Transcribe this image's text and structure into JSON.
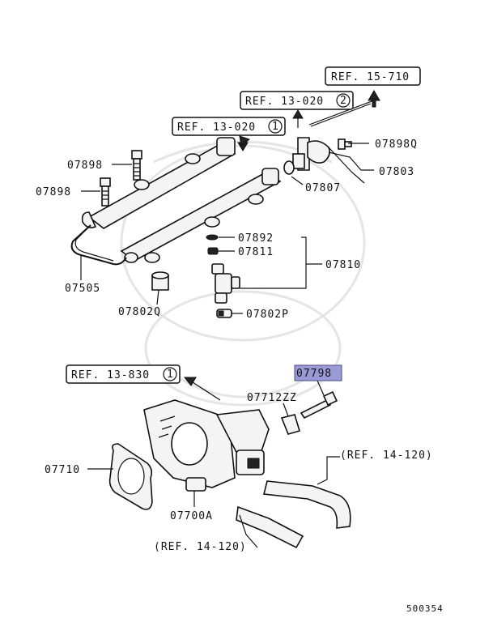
{
  "refs": {
    "ref_15_710": "REF. 15-710",
    "ref_13_020_2": "REF. 13-020",
    "ref_13_020_2_num": "2",
    "ref_13_020_1": "REF. 13-020",
    "ref_13_020_1_num": "1",
    "ref_13_830": "REF. 13-830",
    "ref_13_830_num": "1",
    "ref_14_120_right": "(REF. 14-120)",
    "ref_14_120_bottom": "(REF. 14-120)"
  },
  "parts": {
    "p07898_top": "07898",
    "p07898_left": "07898",
    "p07505": "07505",
    "p07802Q": "07802Q",
    "p07898Q": "07898Q",
    "p07803": "07803",
    "p07807": "07807",
    "p07892": "07892",
    "p07811": "07811",
    "p07810": "07810",
    "p07802P": "07802P",
    "p07798": "07798",
    "p07712ZZ": "07712ZZ",
    "p07710": "07710",
    "p07700A": "07700A"
  },
  "highlight_color": "#9a9ad6",
  "diagram_id": "500354"
}
